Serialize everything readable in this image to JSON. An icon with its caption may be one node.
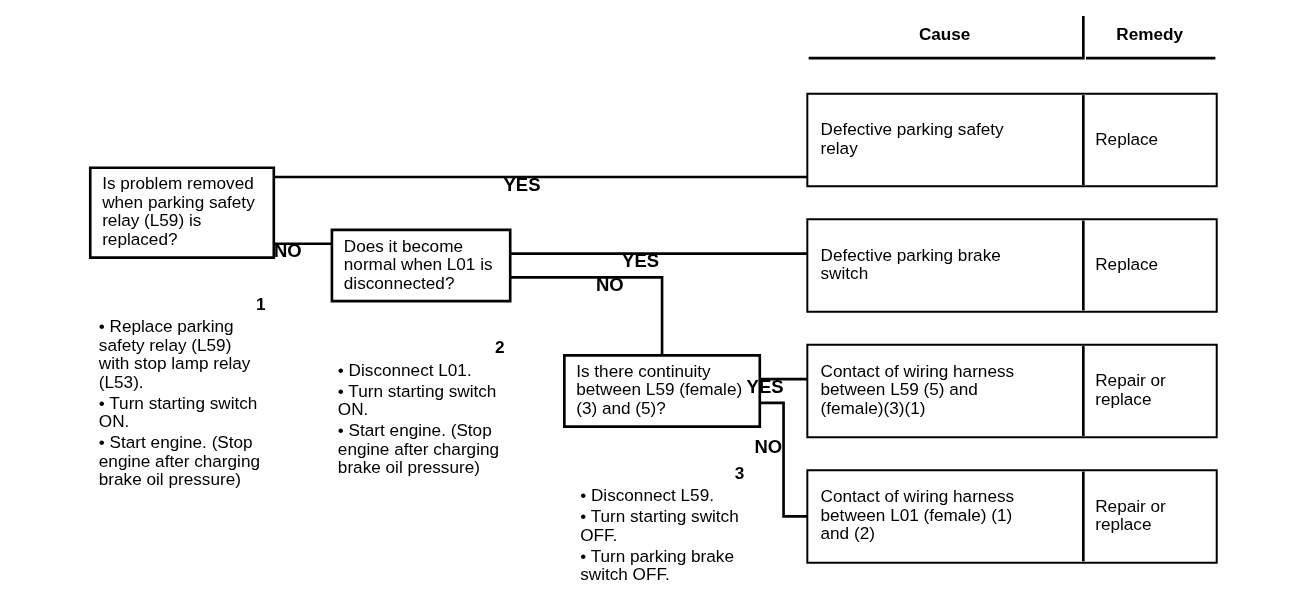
{
  "diagram": {
    "nodes": [
      {
        "text": [
          "Is problem removed when parking safety relay (L59) is replaced?"
        ],
        "beside": [
          "1",
          "• Replace parking safety relay (L59) with stop lamp relay (L53).",
          "• Turn starting switch ON.",
          "• Start engine. (Stop engine after charging brake oil pressure)"
        ]
      },
      {
        "text": [
          "Does it become normal when L01 is disconnected?"
        ],
        "beside": [
          "2",
          "• Disconnect L01.",
          "• Turn starting switch ON.",
          "• Start engine. (Stop engine after charging brake oil pressure)"
        ]
      },
      {
        "text": [
          "Is there continuity between L59 (female) (3) and (5)?"
        ],
        "beside": [
          "3",
          "• Disconnect L59.",
          "• Turn starting switch OFF.",
          "• Turn parking brake switch OFF."
        ]
      },
      {
        "text": [
          "Defective parking safety relay",
          "Replace"
        ]
      },
      {
        "text": [
          "Defective parking brake switch",
          "Replace"
        ]
      },
      {
        "text": [
          "Contact of wiring harness between L59 (5) and (female)(3)(1)",
          "Repair or replace"
        ]
      },
      {
        "text": [
          "Contact of wiring harness between L01 (female) (1) and (2)",
          "Repair or replace"
        ]
      }
    ],
    "edges": [
      {
        "from": 0,
        "to": 3,
        "arrow": "none",
        "label": "YES"
      },
      {
        "from": 0,
        "to": 1,
        "arrow": "none",
        "label": "NO"
      },
      {
        "from": 1,
        "to": 4,
        "arrow": "none",
        "label": "YES"
      },
      {
        "from": 1,
        "to": 2,
        "arrow": "none",
        "label": "NO"
      },
      {
        "from": 2,
        "to": 5,
        "arrow": "none",
        "label": "YES"
      },
      {
        "from": 2,
        "to": 6,
        "arrow": "none",
        "label": "NO"
      }
    ],
    "labels": [
      "Cause",
      "Remedy"
    ]
  }
}
